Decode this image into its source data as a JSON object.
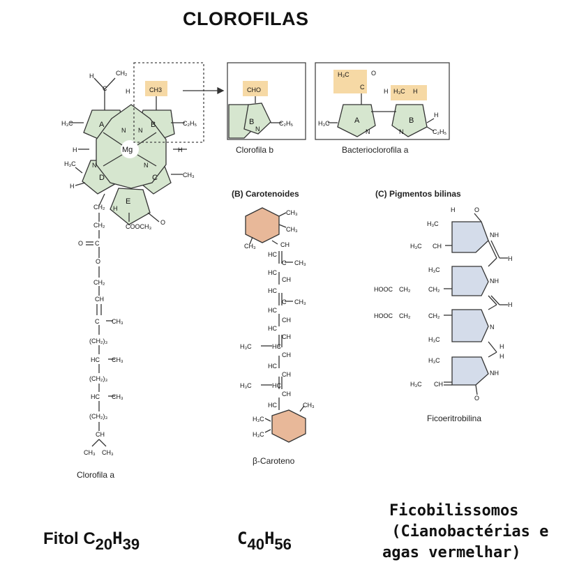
{
  "title": "CLOROFILAS",
  "panelA": {
    "caption_a": "Clorofila a",
    "caption_b": "Clorofila b",
    "caption_bact": "Bacterioclorofila a",
    "substituent_a": "CH3",
    "substituent_b": "CHO",
    "metal": "Mg",
    "rings": [
      "A",
      "B",
      "C",
      "D",
      "E"
    ]
  },
  "panelB": {
    "label": "(B) Carotenoides",
    "caption": "β-Caroteno"
  },
  "panelC": {
    "label": "(C) Pigmentos bilinas",
    "caption": "Ficoeritrobilina"
  },
  "bottom": {
    "fitol_label": "Fitol C",
    "fitol_sub1": "20",
    "fitol_h": "H",
    "fitol_sub2": "39",
    "carot_c": "C",
    "carot_sub1": "40",
    "carot_h": "H",
    "carot_sub2": "56",
    "ficob_line1": "Ficobilissomos",
    "ficob_line2": " (Cianobactérias e",
    "ficob_line3": "agas vermelhar)"
  },
  "colors": {
    "ring_fill": "#d6e6cf",
    "highlight": "#f6d9a5",
    "carot_ring": "#e8b899",
    "bilin_fill": "#d4dcea"
  }
}
